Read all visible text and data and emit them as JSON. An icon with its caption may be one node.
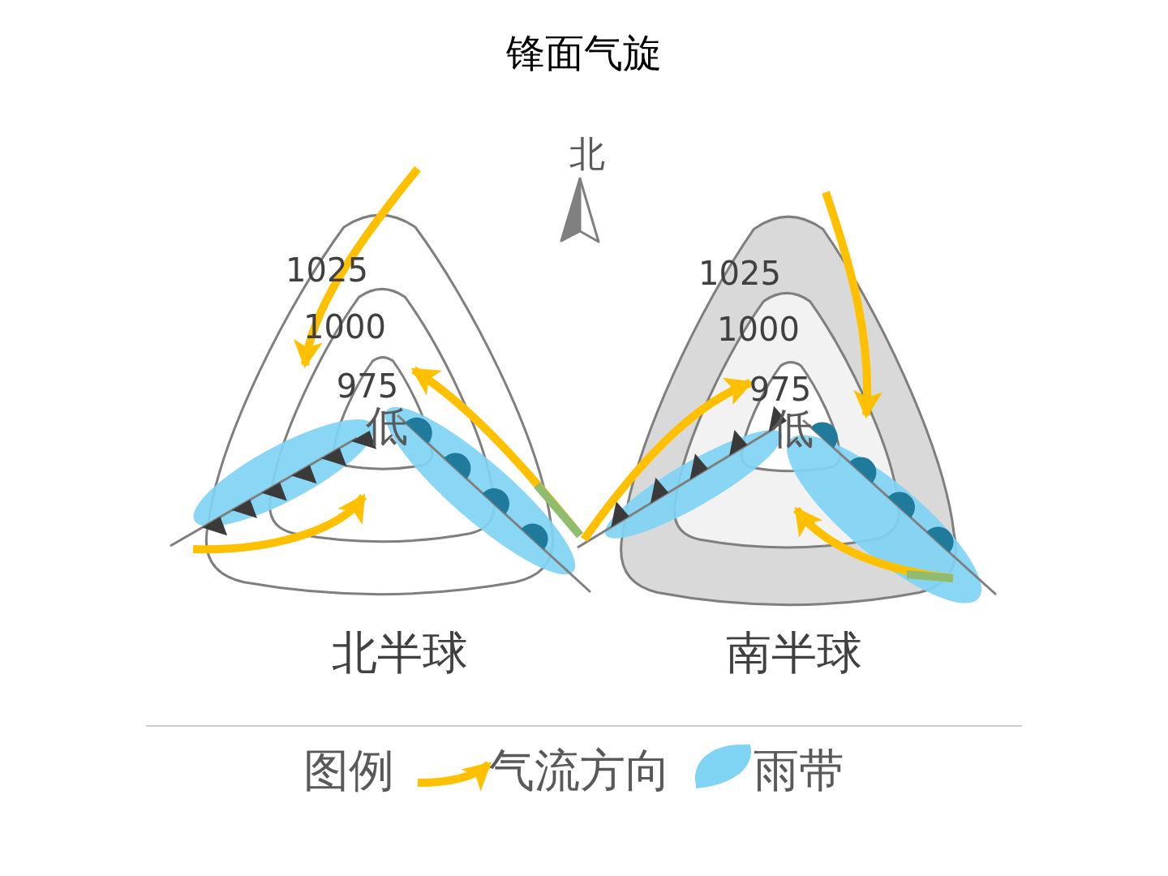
{
  "diagram": {
    "title": "锋面气旋",
    "labels": [
      "北",
      "1025",
      "1000",
      "975",
      "低",
      "1025",
      "1000",
      "975",
      "低",
      "北半球",
      "南半球",
      "图例"
    ],
    "legend": [
      {
        "text": "气流方向"
      },
      {
        "text": "雨带",
        "color": "#7fd4f4"
      }
    ]
  }
}
